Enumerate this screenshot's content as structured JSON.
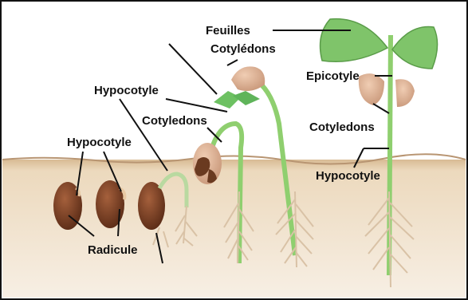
{
  "labels": {
    "feuilles": "Feuilles",
    "cotyledons_accent": "Cotylédons",
    "hypocotyle_top": "Hypocotyle",
    "cotyledons_mid": "Cotyledons",
    "hypocotyle_left": "Hypocotyle",
    "epicotyle": "Epicotyle",
    "cotyledons_right": "Cotyledons",
    "hypocotyle_right": "Hypocotyle",
    "radicule": "Radicule"
  },
  "colors": {
    "soil": "#e5cfae",
    "soil_line": "#b89572",
    "seed": "#7a3f24",
    "stem": "#8fcf6f",
    "leaf": "#7fc46a",
    "cotyledon": "#dcae8e",
    "root": "#d9c2a6",
    "border": "#111111"
  }
}
